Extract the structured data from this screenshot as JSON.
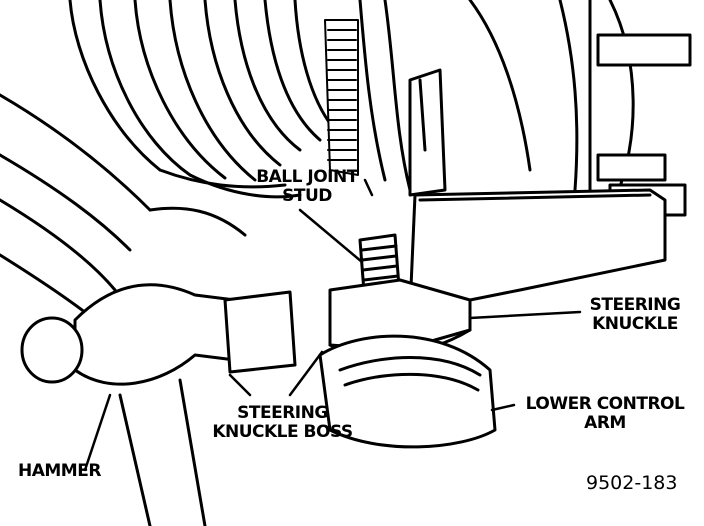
{
  "labels": {
    "ball_joint_stud": [
      "BALL JOINT",
      "STUD"
    ],
    "steering_knuckle": [
      "STEERING",
      "KNUCKLE"
    ],
    "lower_control_arm": [
      "LOWER CONTROL",
      "ARM"
    ],
    "steering_knuckle_boss": [
      "STEERING",
      "KNUCKLE BOSS"
    ],
    "hammer": "HAMMER"
  },
  "figure_number": "9502-183",
  "colors": {
    "ink": "#000000",
    "paper": "#ffffff"
  }
}
